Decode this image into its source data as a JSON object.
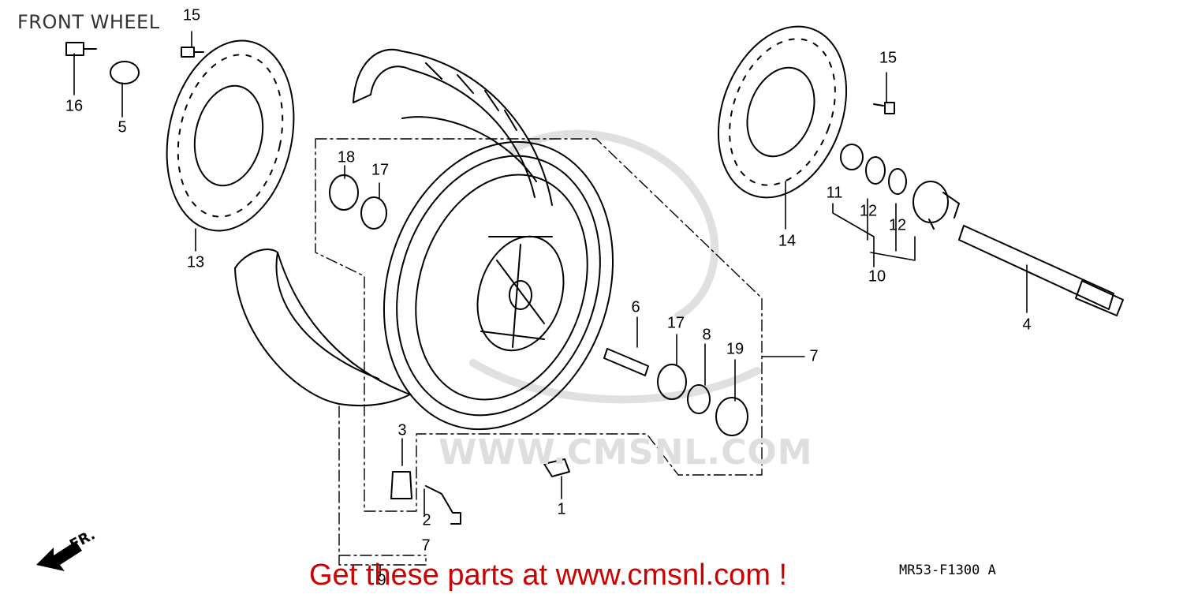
{
  "title": "FRONT WHEEL",
  "diagram_code": "MR53-F1300 A",
  "banner": "Get these parts at www.cmsnl.com !",
  "watermark": "WWW.CMSNL.COM",
  "direction_label": "FR.",
  "colors": {
    "banner": "#cc0000",
    "lines": "#000000",
    "watermark": "#dedede"
  },
  "callouts": [
    {
      "id": "c1",
      "label": "1"
    },
    {
      "id": "c2",
      "label": "2"
    },
    {
      "id": "c3",
      "label": "3"
    },
    {
      "id": "c4",
      "label": "4"
    },
    {
      "id": "c5",
      "label": "5"
    },
    {
      "id": "c6",
      "label": "6"
    },
    {
      "id": "c7a",
      "label": "7"
    },
    {
      "id": "c7b",
      "label": "7"
    },
    {
      "id": "c8",
      "label": "8"
    },
    {
      "id": "c9",
      "label": "9"
    },
    {
      "id": "c10",
      "label": "10"
    },
    {
      "id": "c11",
      "label": "11"
    },
    {
      "id": "c12a",
      "label": "12"
    },
    {
      "id": "c12b",
      "label": "12"
    },
    {
      "id": "c13",
      "label": "13"
    },
    {
      "id": "c14",
      "label": "14"
    },
    {
      "id": "c15a",
      "label": "15"
    },
    {
      "id": "c15b",
      "label": "15"
    },
    {
      "id": "c16",
      "label": "16"
    },
    {
      "id": "c17a",
      "label": "17"
    },
    {
      "id": "c17b",
      "label": "17"
    },
    {
      "id": "c18",
      "label": "18"
    },
    {
      "id": "c19",
      "label": "19"
    }
  ]
}
